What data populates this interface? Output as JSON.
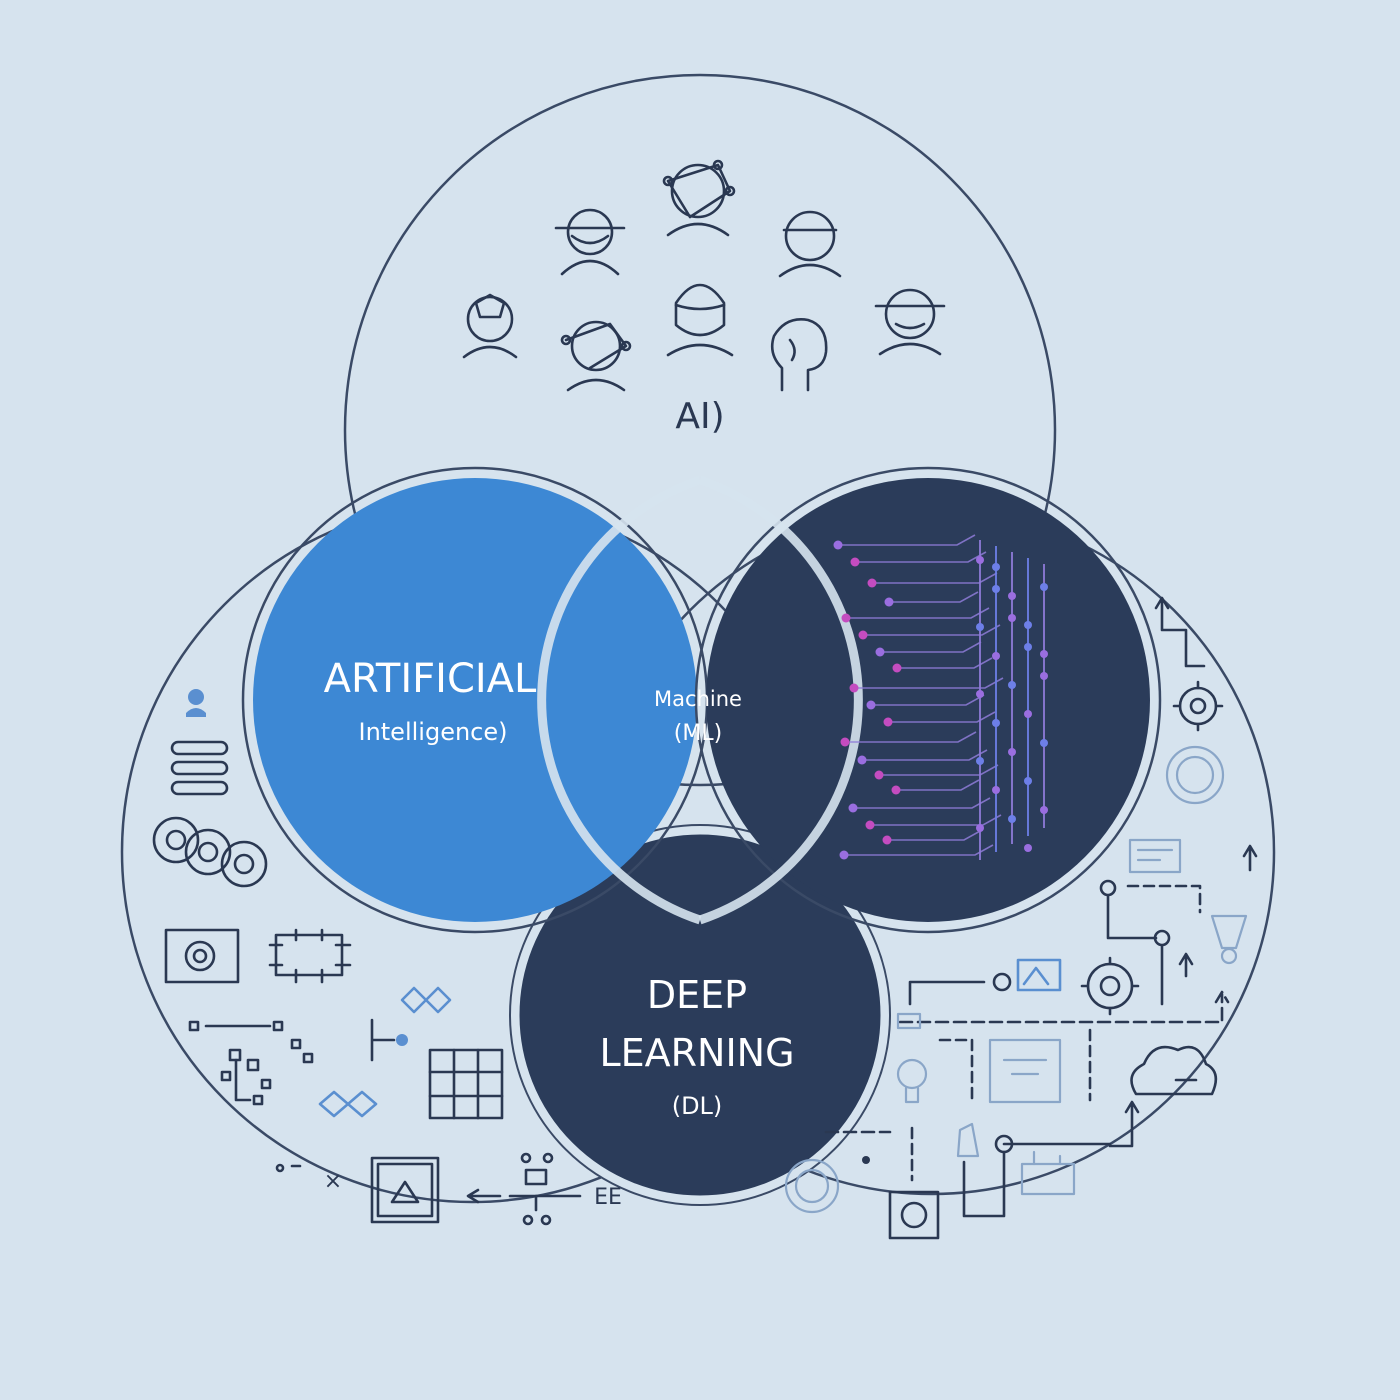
{
  "diagram": {
    "top_label": "AI)",
    "left_circle": {
      "title": "ARTIFICIAL",
      "subtitle": "Intelligence)",
      "color": "#3d88d4"
    },
    "right_circle": {
      "color": "#2b3c5a"
    },
    "center_lens": {
      "line1": "Machine",
      "line2": "(ML)",
      "color": "#2b3c5a"
    },
    "bottom_circle": {
      "line1": "DEEP",
      "line2": "LEARNING",
      "line3": "(DL)",
      "color": "#2b3c5a"
    },
    "stray_text": {
      "left_cross": "×",
      "bottom_code": "EE"
    },
    "outline_color": "#3a4a66",
    "background_color": "#d6e3ee",
    "circuit_colors": {
      "dot_magenta": "#c44cc0",
      "dot_violet": "#9a6ee0",
      "dot_blue": "#6d7fe8",
      "line": "#8e7bd8"
    }
  }
}
